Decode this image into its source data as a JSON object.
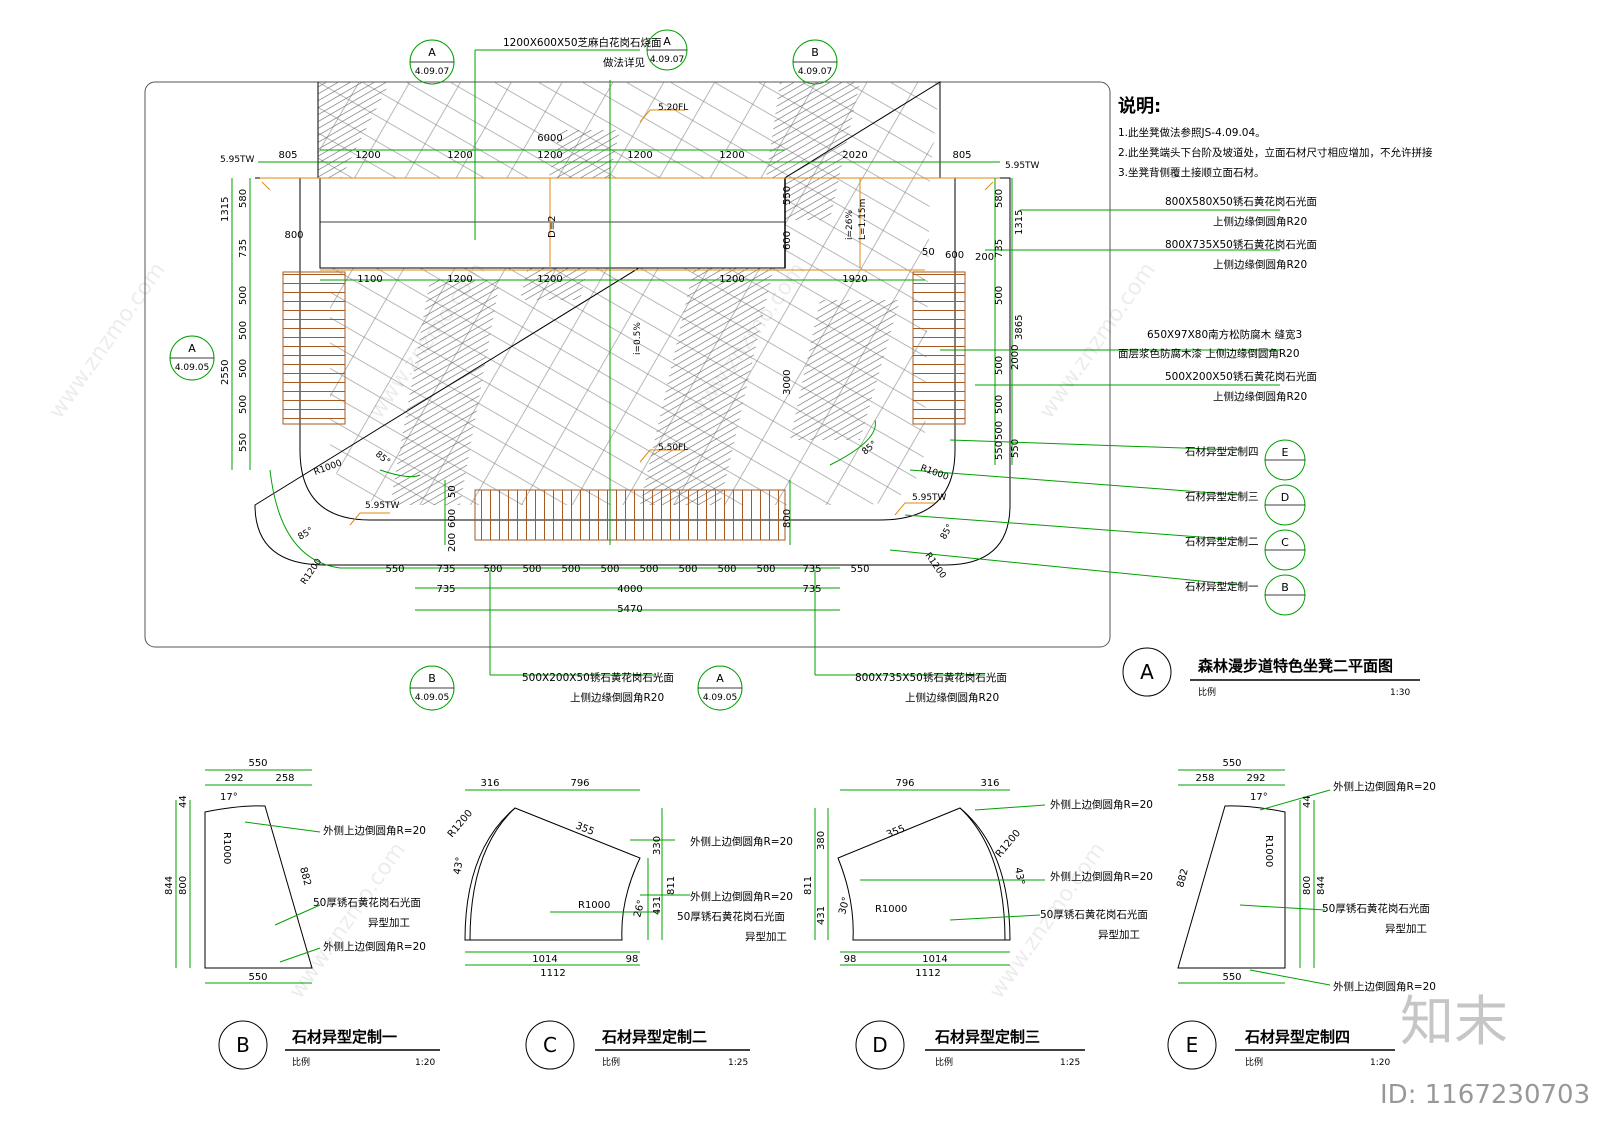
{
  "plan": {
    "title": "森林漫步道特色坐凳二平面图",
    "tag": "A",
    "scale_label": "比例",
    "scale": "1:30"
  },
  "notes": {
    "heading": "说明:",
    "items": [
      "1.此坐凳做法参照JS-4.09.04。",
      "2.此坐凳端头下台阶及坡道处，立面石材尺寸相应增加，不允许拼接",
      "3.坐凳背侧覆土接顺立面石材。"
    ]
  },
  "section_markers": [
    {
      "letter": "A",
      "sheet": "4.09.07"
    },
    {
      "letter": "A",
      "sheet": "4.09.07"
    },
    {
      "letter": "B",
      "sheet": "4.09.07"
    },
    {
      "letter": "A",
      "sheet": "4.09.05"
    },
    {
      "letter": "B",
      "sheet": "4.09.05"
    },
    {
      "letter": "A",
      "sheet": "4.09.05"
    }
  ],
  "elevations": {
    "e1": "5.95TW",
    "e2": "5.95TW",
    "e3": "5.20FL",
    "e4": "5.50FL",
    "e5": "5.95TW",
    "e6": "5.95TW"
  },
  "slopes": {
    "s1": "i=26%",
    "s2": "L=1.15m",
    "s3": "i=0.5%"
  },
  "radii": {
    "r1": "R1000",
    "r2": "R1000",
    "r3": "R1200",
    "r4": "R1200"
  },
  "angles": {
    "a1": "85°",
    "a2": "85°",
    "a3": "85°",
    "a4": "85°"
  },
  "dims": {
    "top_row": [
      "805",
      "1200",
      "1200",
      "1200",
      "1200",
      "1200",
      "2020",
      "805"
    ],
    "top_total": "6000",
    "mid_row": [
      "1100",
      "1200",
      "1200",
      "1200",
      "1920"
    ],
    "inner_800": "800",
    "bottom_row": [
      "550",
      "735",
      "500",
      "500",
      "500",
      "500",
      "500",
      "500",
      "500",
      "500",
      "735",
      "550"
    ],
    "bottom_row2": [
      "735",
      "4000",
      "735"
    ],
    "bottom_total": "5470",
    "left_outer": [
      "1315",
      "2550"
    ],
    "left_inner": [
      "580",
      "735",
      "500",
      "500",
      "500",
      "500",
      "550"
    ],
    "right_outer": [
      "1315",
      "3865"
    ],
    "right_inner": [
      "580",
      "735",
      "500",
      "500",
      "500",
      "500",
      "550"
    ],
    "right_mid": [
      "2000",
      "550"
    ],
    "center": [
      "550",
      "600",
      "3000",
      "800",
      "600",
      "200",
      "50",
      "600",
      "200"
    ],
    "bench_depth": "D=2",
    "bench_50": "50"
  },
  "callouts": {
    "top_material": "1200X600X50芝麻白花岗石烧面",
    "top_material_sub": "做法详见",
    "r1": "800X580X50锈石黄花岗石光面",
    "r1b": "上侧边缘倒圆角R20",
    "r2": "800X735X50锈石黄花岗石光面",
    "r2b": "上侧边缘倒圆角R20",
    "r3": "650X97X80南方松防腐木 缝宽3",
    "r3b": "面层浆色防腐木漆 上侧边缘倒圆角R20",
    "r4": "500X200X50锈石黄花岗石光面",
    "r4b": "上侧边缘倒圆角R20",
    "bl": "500X200X50锈石黄花岗石光面",
    "blb": "上侧边缘倒圆角R20",
    "br": "800X735X50锈石黄花岗石光面",
    "brb": "上侧边缘倒圆角R20"
  },
  "custom_list": [
    {
      "label": "石材异型定制四",
      "tag": "E"
    },
    {
      "label": "石材异型定制三",
      "tag": "D"
    },
    {
      "label": "石材异型定制二",
      "tag": "C"
    },
    {
      "label": "石材异型定制一",
      "tag": "B"
    }
  ],
  "details": [
    {
      "tag": "B",
      "title": "石材异型定制一",
      "scale_label": "比例",
      "scale": "1:20",
      "dims": [
        "550",
        "292",
        "258",
        "44",
        "844",
        "800",
        "882",
        "550",
        "R1000",
        "17°"
      ],
      "notes": [
        "外侧上边倒圆角R=20",
        "50厚锈石黄花岗石光面",
        "异型加工",
        "外侧上边倒圆角R=20"
      ]
    },
    {
      "tag": "C",
      "title": "石材异型定制二",
      "scale_label": "比例",
      "scale": "1:25",
      "dims": [
        "316",
        "796",
        "355",
        "R1200",
        "43°",
        "330",
        "811",
        "431",
        "26°",
        "R1000",
        "1014",
        "98",
        "1112"
      ],
      "notes": [
        "外侧上边倒圆角R=20",
        "外侧上边倒圆角R=20",
        "50厚锈石黄花岗石光面",
        "异型加工"
      ]
    },
    {
      "tag": "D",
      "title": "石材异型定制三",
      "scale_label": "比例",
      "scale": "1:25",
      "dims": [
        "796",
        "316",
        "355",
        "R1200",
        "43°",
        "380",
        "811",
        "431",
        "30°",
        "R1000",
        "98",
        "1014",
        "1112"
      ],
      "notes": [
        "外侧上边倒圆角R=20",
        "外侧上边倒圆角R=20",
        "50厚锈石黄花岗石光面",
        "异型加工"
      ]
    },
    {
      "tag": "E",
      "title": "石材异型定制四",
      "scale_label": "比例",
      "scale": "1:20",
      "dims": [
        "550",
        "258",
        "292",
        "17°",
        "44",
        "844",
        "800",
        "882",
        "R1000",
        "550"
      ],
      "notes": [
        "外侧上边倒圆角R=20",
        "50厚锈石黄花岗石光面",
        "异型加工",
        "外侧上边倒圆角R=20"
      ]
    }
  ],
  "watermark": {
    "logo": "知末",
    "id": "ID: 1167230703",
    "site": "www.znzmo.com"
  },
  "colors": {
    "dim": "#00a000",
    "line": "#000000",
    "accent": "#e08a10",
    "wood": "#a45a20"
  }
}
